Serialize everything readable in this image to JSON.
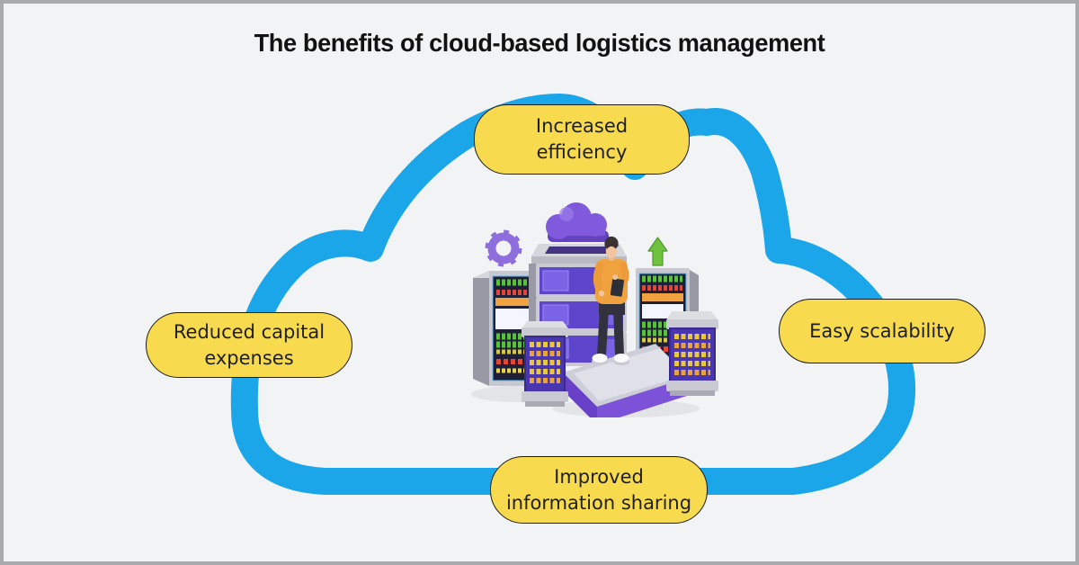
{
  "title": "The benefits of cloud-based logistics management",
  "benefits": {
    "top": {
      "label": "Increased efficiency",
      "lines": [
        "Increased",
        "efficiency"
      ]
    },
    "left": {
      "label": "Reduced capital expenses",
      "lines": [
        "Reduced capital",
        "expenses"
      ]
    },
    "right": {
      "label": "Easy scalability",
      "lines": [
        "Easy scalability"
      ]
    },
    "bottom": {
      "label": "Improved information sharing",
      "lines": [
        "Improved",
        "information sharing"
      ]
    }
  },
  "colors": {
    "background": "#f2f3f5",
    "frame_border": "#a8aaad",
    "cloud_outline": "#1aa6e8",
    "pill_fill": "#f7da4e",
    "pill_border": "#1c1c1c",
    "pill_text": "#1f1f1f",
    "title_text": "#121212",
    "illustration_purple": "#7e55d8",
    "illustration_green": "#6fc13e",
    "illustration_orange": "#f0a23f"
  },
  "illustration": {
    "icons": [
      "cloud-icon",
      "gear-icon",
      "arrow-up-icon",
      "server-rack",
      "server-tower",
      "platform",
      "person-with-tablet"
    ]
  }
}
